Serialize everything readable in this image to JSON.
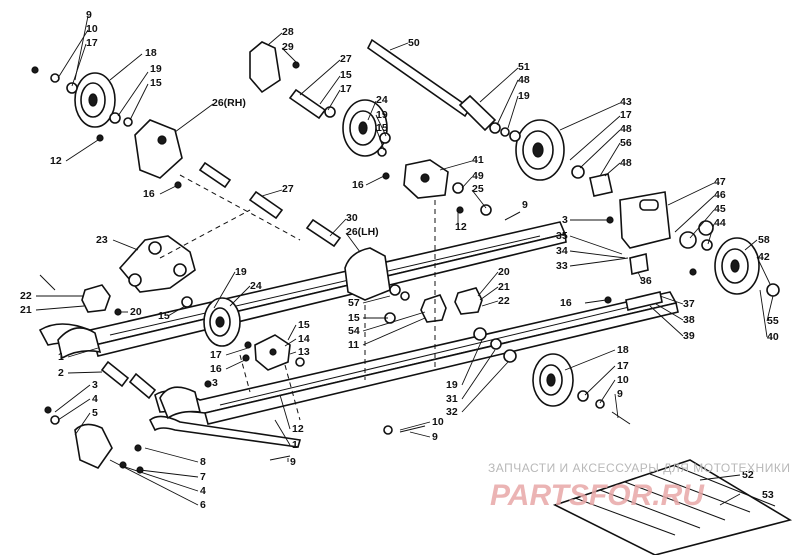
{
  "watermark": {
    "subtitle": "ЗАПЧАСТИ И АКСЕССУАРЫ ДЛЯ МОТОТЕХНИКИ",
    "logo": "PARTSFOR.RU"
  },
  "callouts": {
    "c9a": "9",
    "c10a": "10",
    "c17a": "17",
    "c18a": "18",
    "c19a": "19",
    "c15a": "15",
    "c26rh": "26(RH)",
    "c12a": "12",
    "c16a": "16",
    "c28": "28",
    "c29": "29",
    "c27a": "27",
    "c15b": "15",
    "c17b": "17",
    "c50": "50",
    "c51": "51",
    "c48a": "48",
    "c19b": "19",
    "c43": "43",
    "c17c": "17",
    "c48b": "48",
    "c56": "56",
    "c48c": "48",
    "c24a": "24",
    "c19c": "19",
    "c15c": "15",
    "c41": "41",
    "c49": "49",
    "c25": "25",
    "c9b": "9",
    "c16b": "16",
    "c27b": "27",
    "c30": "30",
    "c26lh": "26(LH)",
    "c12b": "12",
    "c23": "23",
    "c47": "47",
    "c46": "46",
    "c45": "45",
    "c44": "44",
    "c3a": "3",
    "c35": "35",
    "c34": "34",
    "c33": "33",
    "c36": "36",
    "c58": "58",
    "c42": "42",
    "c16c": "16",
    "c37": "37",
    "c38": "38",
    "c39": "39",
    "c55": "55",
    "c40": "40",
    "c22a": "22",
    "c21a": "21",
    "c20a": "20",
    "c19d": "19",
    "c24b": "24",
    "c15d": "15",
    "c20b": "20",
    "c21b": "21",
    "c22b": "22",
    "c57": "57",
    "c15e": "15",
    "c54": "54",
    "c11": "11",
    "c15f": "15",
    "c14": "14",
    "c13": "13",
    "c17d": "17",
    "c16d": "16",
    "c3b": "3",
    "c1a": "1",
    "c2": "2",
    "c3c": "3",
    "c4a": "4",
    "c5": "5",
    "c12c": "12",
    "c1b": "1",
    "c10b": "10",
    "c9c": "9",
    "c19e": "19",
    "c31": "31",
    "c32": "32",
    "c18b": "18",
    "c17e": "17",
    "c10c": "10",
    "c9d": "9",
    "c8": "8",
    "c7": "7",
    "c4b": "4",
    "c6": "6",
    "c9e": "9",
    "c52": "52",
    "c53": "53"
  }
}
